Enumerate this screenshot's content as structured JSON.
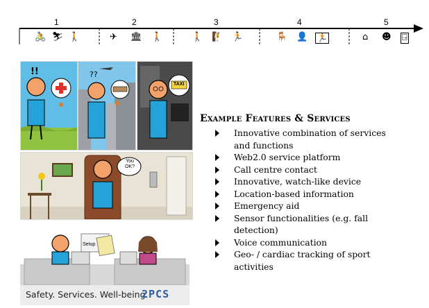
{
  "timeline": {
    "phases": [
      "1",
      "2",
      "3",
      "4",
      "5"
    ],
    "icons": [
      {
        "name": "cycling-icon",
        "glyph": "🚴"
      },
      {
        "name": "skiing-icon",
        "glyph": "⛷"
      },
      {
        "name": "hiking-icon",
        "glyph": "🚶"
      },
      {
        "name": "airplane-icon",
        "glyph": "✈"
      },
      {
        "name": "museum-icon",
        "glyph": "🏛"
      },
      {
        "name": "walking-icon",
        "glyph": "🚶"
      },
      {
        "name": "nordic-walking-icon",
        "glyph": "🚶"
      },
      {
        "name": "climbing-icon",
        "glyph": "🧗"
      },
      {
        "name": "running-icon",
        "glyph": "🏃"
      },
      {
        "name": "sitting-icon",
        "glyph": "🪑"
      },
      {
        "name": "person-alert-icon",
        "glyph": "👤"
      },
      {
        "name": "emergency-exit-icon",
        "glyph": "🏃"
      },
      {
        "name": "home-icon",
        "glyph": "⌂"
      },
      {
        "name": "head-icon",
        "glyph": "☻"
      },
      {
        "name": "exit-icon",
        "glyph": "⍈"
      }
    ]
  },
  "comics": {
    "taxi_sign": "TAXI",
    "speech_bubble": "You OK?",
    "setup_label": "Setup"
  },
  "heading": "Example Features & Services",
  "features": [
    "Innovative combination of services and functions",
    "Web2.0 service platform",
    "Call centre contact",
    "Innovative, watch-like device",
    "Location-based information",
    "Emergency aid",
    "Sensor functionalities (e.g. fall detection)",
    "Voice communication",
    "Geo- / cardiac tracking of sport activities"
  ],
  "caption": "Safety. Services. Well-being.",
  "logo": "2PCS",
  "colors": {
    "sky": "#5fbde6",
    "grass": "#8fc23f",
    "face": "#f3a36a",
    "shirt": "#25a3d8",
    "cross": "#e0302b",
    "logo": "#2a5fa6"
  }
}
